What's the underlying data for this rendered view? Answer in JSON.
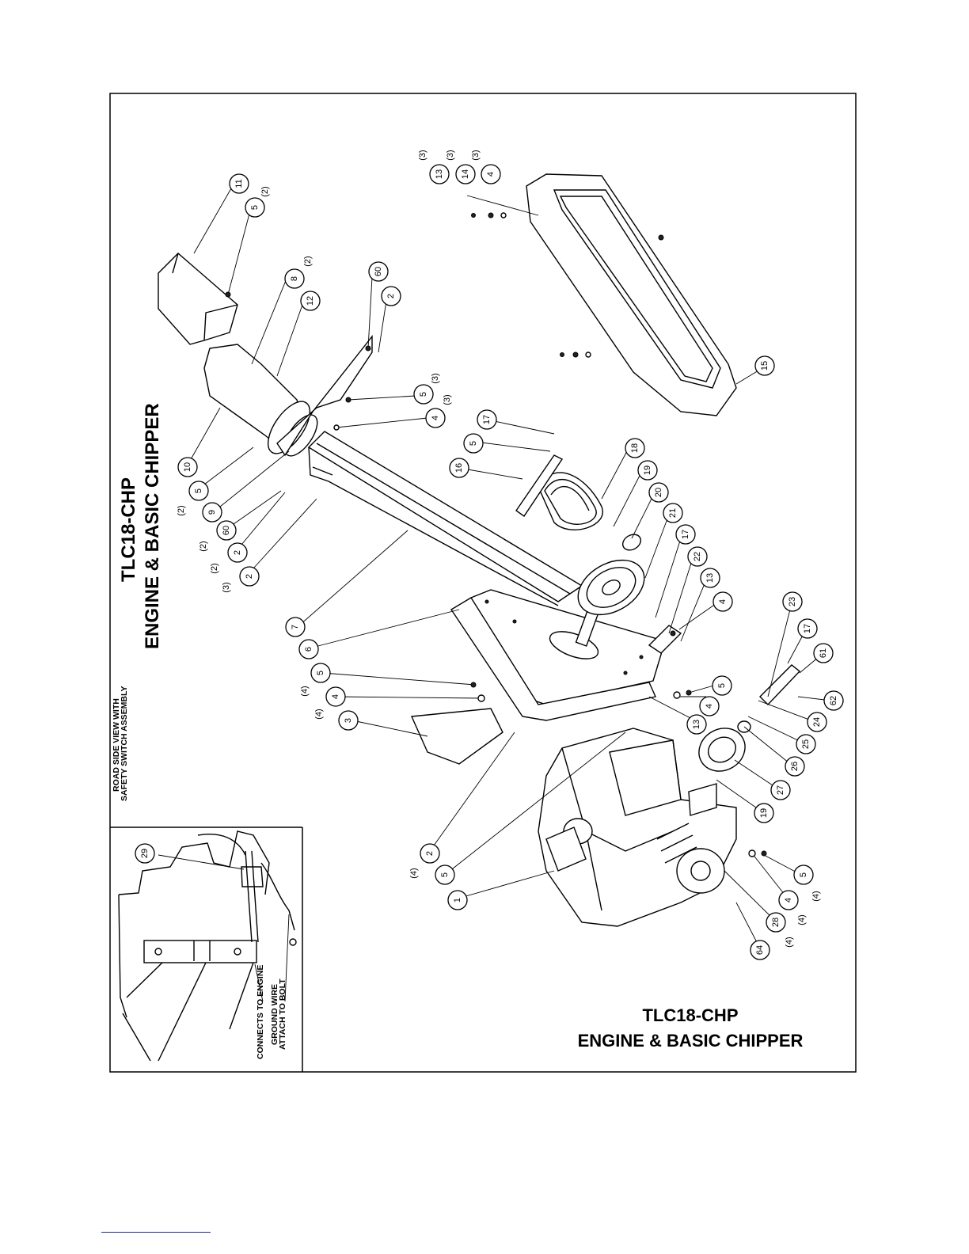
{
  "title": {
    "model": "TLC18-CHP",
    "subtitle": "ENGINE & BASIC CHIPPER"
  },
  "bottom_title": {
    "model": "TLC18-CHP",
    "subtitle": "ENGINE & BASIC CHIPPER"
  },
  "inset": {
    "heading_line1": "ROAD SIDE VIEW WITH",
    "heading_line2": "SAFETY SWITCH ASSEMBLY",
    "note_engine": "CONNECTS TO ENGINE",
    "note_ground_line1": "GROUND WIRE",
    "note_ground_line2": "ATTACH TO BOLT",
    "callout_29": "29"
  },
  "callouts": {
    "c11": "11",
    "c5a": "5",
    "q5a": "(2)",
    "c8": "8",
    "q8": "(2)",
    "c12": "12",
    "c60a": "60",
    "c2a": "2",
    "c10": "10",
    "c5b": "5",
    "c9": "9",
    "c60b": "60",
    "c2b": "2",
    "c2c": "2",
    "q9": "(2)",
    "q60b": "(2)",
    "q2b": "(2)",
    "q2c": "(3)",
    "c5c": "5",
    "q5c": "(3)",
    "c4a": "4",
    "q4a": "(3)",
    "c13a": "13",
    "c14": "14",
    "c4b": "4",
    "q13a": "(3)",
    "q14": "(3)",
    "q4b": "(3)",
    "c15": "15",
    "c17a": "17",
    "c5d": "5",
    "c16": "16",
    "c18": "18",
    "c19a": "19",
    "c20": "20",
    "c21": "21",
    "c17b": "17",
    "c22": "22",
    "c13b": "13",
    "c4c": "4",
    "c7": "7",
    "c6": "6",
    "c5e": "5",
    "q5e": "(4)",
    "c4d": "4",
    "q4d": "(4)",
    "c3": "3",
    "c13c": "13",
    "c4e": "4",
    "c5f": "5",
    "c23": "23",
    "c17c": "17",
    "c61": "61",
    "c62": "62",
    "c24": "24",
    "c25": "25",
    "c26": "26",
    "c27": "27",
    "c19b": "19",
    "c2d": "2",
    "q2d": "(4)",
    "c5g": "5",
    "c1": "1",
    "c5h": "5",
    "c4f": "4",
    "c28": "28",
    "c64": "64",
    "q5h": "(4)",
    "q4f": "(4)",
    "q28": "(4)"
  }
}
